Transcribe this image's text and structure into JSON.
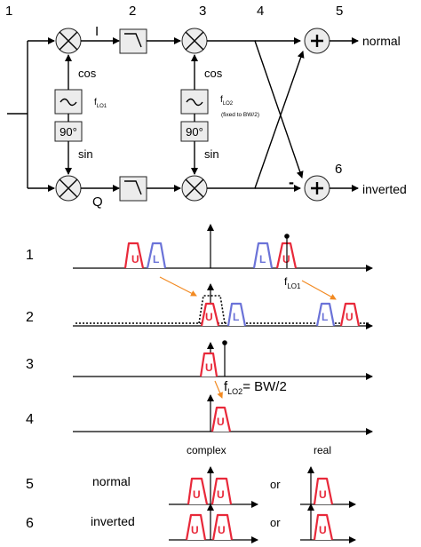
{
  "stages": [
    "1",
    "2",
    "3",
    "4",
    "5",
    "6"
  ],
  "iq": {
    "i": "I",
    "q": "Q"
  },
  "lo1": {
    "label": "f",
    "sub": "LO1",
    "top": "cos",
    "bottom": "sin",
    "shift": "90°"
  },
  "lo2": {
    "label": "f",
    "sub": "LO2",
    "note": "(fixed to BW/2)",
    "top": "cos",
    "bottom": "sin",
    "shift": "90°"
  },
  "outputs": {
    "normal": "normal",
    "inverted": "inverted",
    "minus": "-"
  },
  "spectra": {
    "rows": [
      "1",
      "2",
      "3",
      "4",
      "5",
      "6"
    ],
    "upper": "U",
    "lower": "L",
    "flo1_label": "f",
    "flo1_sub": "LO1",
    "flo2_label": "f",
    "flo2_sub": "LO2",
    "flo2_suffix": "= BW/2",
    "complex": "complex",
    "real": "real",
    "normal": "normal",
    "inverted": "inverted",
    "or": "or"
  },
  "colors": {
    "upper": "#e8293a",
    "lower": "#6b73d8",
    "annotation": "#f28a22"
  }
}
